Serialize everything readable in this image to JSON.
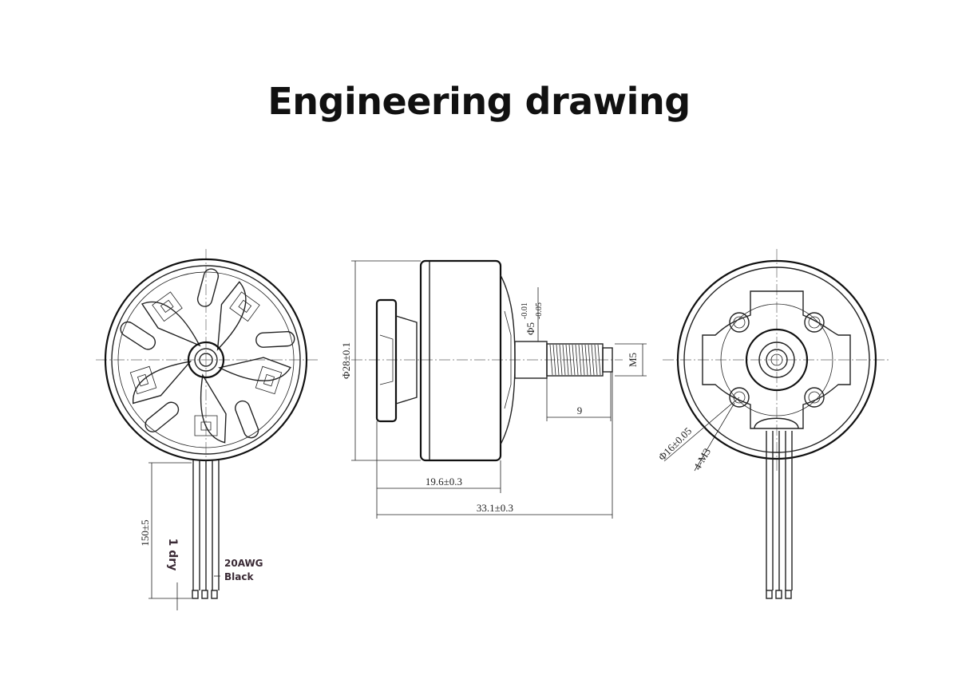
{
  "title": "Engineering drawing",
  "dimensions": {
    "body_diameter": "Φ28±0.1",
    "shaft_diameter": "Φ5",
    "shaft_tol_upper": "-0.01",
    "shaft_tol_lower": "-0.05",
    "thread": "M5",
    "thread_length": "9",
    "body_length": "19.6±0.3",
    "overall_length": "33.1±0.3",
    "lead_length": "150±5",
    "hole_circle": "Φ16±0.05",
    "holes": "4-M3",
    "insulation": "1 dry"
  },
  "wire": {
    "gauge": "20AWG",
    "color": "Black"
  },
  "colors": {
    "line": "#222222",
    "label": "#3a2a35"
  }
}
